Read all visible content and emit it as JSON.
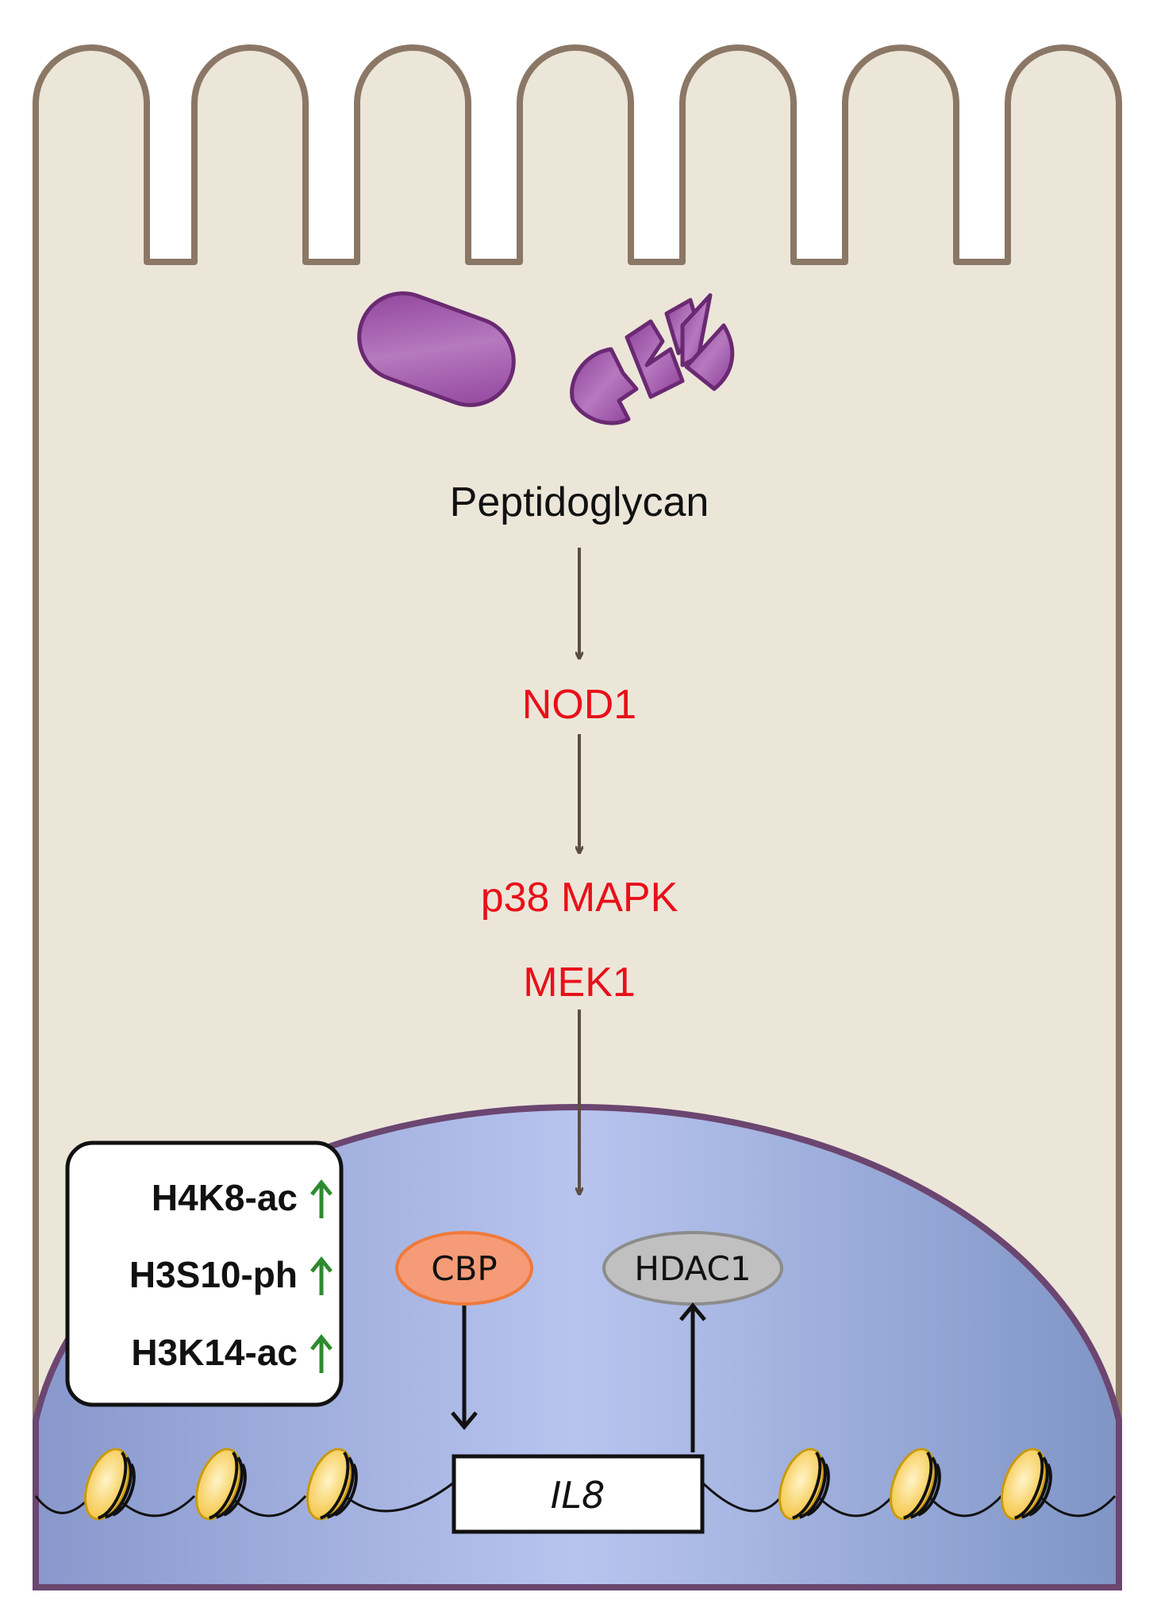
{
  "labels": {
    "peptidoglycan": "Peptidoglycan",
    "nod1": "NOD1",
    "p38": "p38 MAPK",
    "mek1": "MEK1",
    "cbp": "CBP",
    "hdac1": "HDAC1",
    "il8": "IL8"
  },
  "histone_marks": [
    {
      "label": "H4K8-ac",
      "trend": "up"
    },
    {
      "label": "H3S10-ph",
      "trend": "up"
    },
    {
      "label": "H3K14-ac",
      "trend": "up"
    }
  ],
  "colors": {
    "cell_fill": "#ece6d9",
    "cell_border": "#8b7765",
    "nucleus_border": "#6b4670",
    "pathway_text": "#e8101a",
    "bacteria": "#9c52a6",
    "cbp_fill": "#f59b77",
    "cbp_border": "#ee7a3a",
    "hdac1_fill": "#c0c0c0",
    "hdac1_border": "#8c8c8c",
    "up_arrow": "#2e8a2e",
    "nucleosome": "#f4c33f",
    "arrow": "#5a4e44"
  }
}
